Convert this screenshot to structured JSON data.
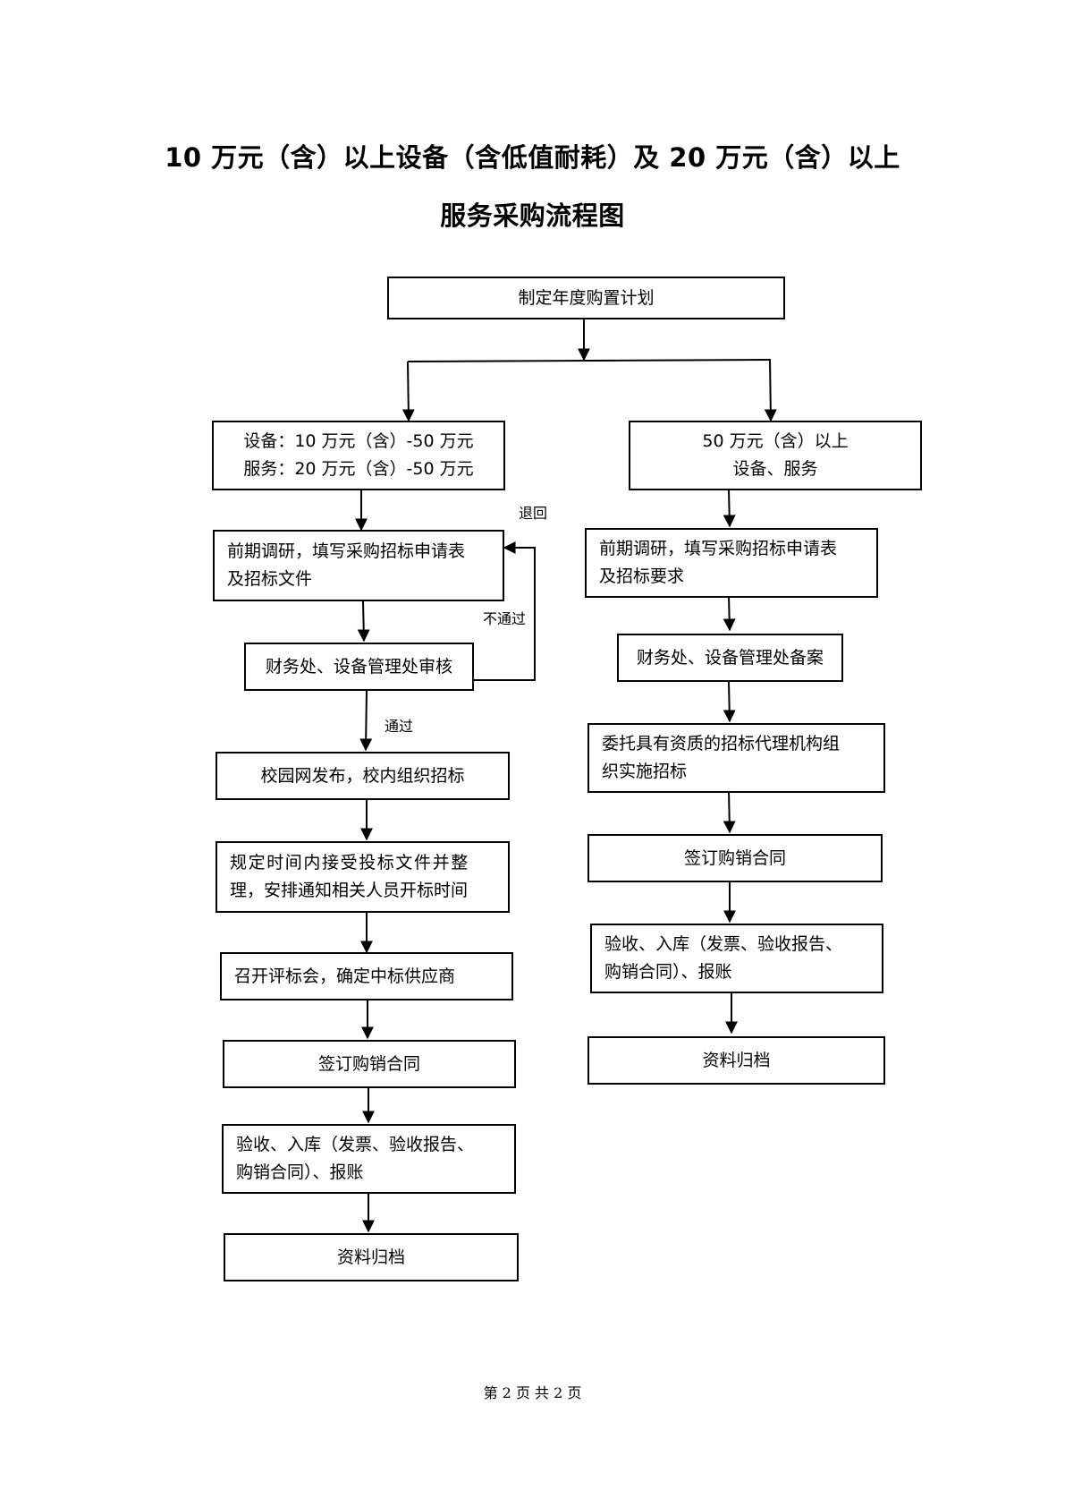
{
  "title": {
    "line1": "10 万元（含）以上设备（含低值耐耗）及 20 万元（含）以上",
    "line2": "服务采购流程图"
  },
  "top": {
    "plan": "制定年度购置计划"
  },
  "left": {
    "condition_line1": "设备：10 万元（含）-50 万元",
    "condition_line2": "服务：20 万元（含）-50 万元",
    "research_line1": "前期调研，填写采购招标申请表",
    "research_line2": "及招标文件",
    "review": "财务处、设备管理处审核",
    "publish": "校园网发布，校内组织招标",
    "receive_line1": "规定时间内接受投标文件并整",
    "receive_line2": "理，安排通知相关人员开标时间",
    "evaluation": "召开评标会，确定中标供应商",
    "contract": "签订购销合同",
    "acceptance_line1": "验收、入库（发票、验收报告、",
    "acceptance_line2": "购销合同）、报账",
    "archive": "资料归档"
  },
  "right": {
    "condition_line1": "50 万元（含）以上",
    "condition_line2": "设备、服务",
    "research_line1": "前期调研，填写采购招标申请表",
    "research_line2": "及招标要求",
    "filing": "财务处、设备管理处备案",
    "entrust_line1": "委托具有资质的招标代理机构组",
    "entrust_line2": "织实施招标",
    "contract": "签订购销合同",
    "acceptance_line1": "验收、入库（发票、验收报告、",
    "acceptance_line2": "购销合同）、报账",
    "archive": "资料归档"
  },
  "labels": {
    "return": "退回",
    "fail": "不通过",
    "pass": "通过"
  },
  "footer": "第 2 页 共 2 页"
}
